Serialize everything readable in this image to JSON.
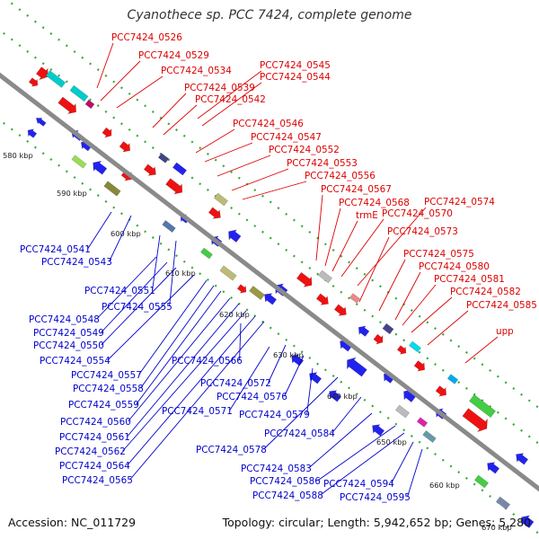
{
  "title": "Cyanothece sp. PCC 7424, complete genome",
  "footer": {
    "accession_label": "Accession:",
    "accession": "NC_011729",
    "topology_label": "Topology:",
    "topology": "circular",
    "length_label": "Length:",
    "length": "5,942,652 bp",
    "genes_label": "Genes:",
    "genes": "5,280"
  },
  "colors": {
    "forward_label": "#dd0000",
    "reverse_label": "#0000cc",
    "backbone": "#8a8a8a",
    "dots": "#33aa33"
  },
  "scale_ticks": [
    "580 kbp",
    "590 kbp",
    "600 kbp",
    "610 kbp",
    "620 kbp",
    "630 kbp",
    "640 kbp",
    "650 kbp",
    "660 kbp",
    "670 kbp"
  ],
  "forward_genes": [
    "PCC7424_0526",
    "PCC7424_0529",
    "PCC7424_0534",
    "PCC7424_0539",
    "PCC7424_0542",
    "PCC7424_0545",
    "PCC7424_0544",
    "PCC7424_0546",
    "PCC7424_0547",
    "PCC7424_0552",
    "PCC7424_0553",
    "PCC7424_0556",
    "PCC7424_0567",
    "PCC7424_0568",
    "trmE",
    "PCC7424_0570",
    "PCC7424_0574",
    "PCC7424_0573",
    "PCC7424_0575",
    "PCC7424_0580",
    "PCC7424_0581",
    "PCC7424_0582",
    "PCC7424_0585",
    "upp"
  ],
  "reverse_genes": [
    "PCC7424_0541",
    "PCC7424_0543",
    "PCC7424_0551",
    "PCC7424_0555",
    "PCC7424_0548",
    "PCC7424_0549",
    "PCC7424_0550",
    "PCC7424_0554",
    "PCC7424_0557",
    "PCC7424_0558",
    "PCC7424_0559",
    "PCC7424_0560",
    "PCC7424_0561",
    "PCC7424_0562",
    "PCC7424_0564",
    "PCC7424_0565",
    "PCC7424_0566",
    "PCC7424_0572",
    "PCC7424_0571",
    "PCC7424_0576",
    "PCC7424_0579",
    "PCC7424_0578",
    "PCC7424_0584",
    "PCC7424_0583",
    "PCC7424_0586",
    "PCC7424_0588",
    "PCC7424_0594",
    "PCC7424_0595"
  ]
}
